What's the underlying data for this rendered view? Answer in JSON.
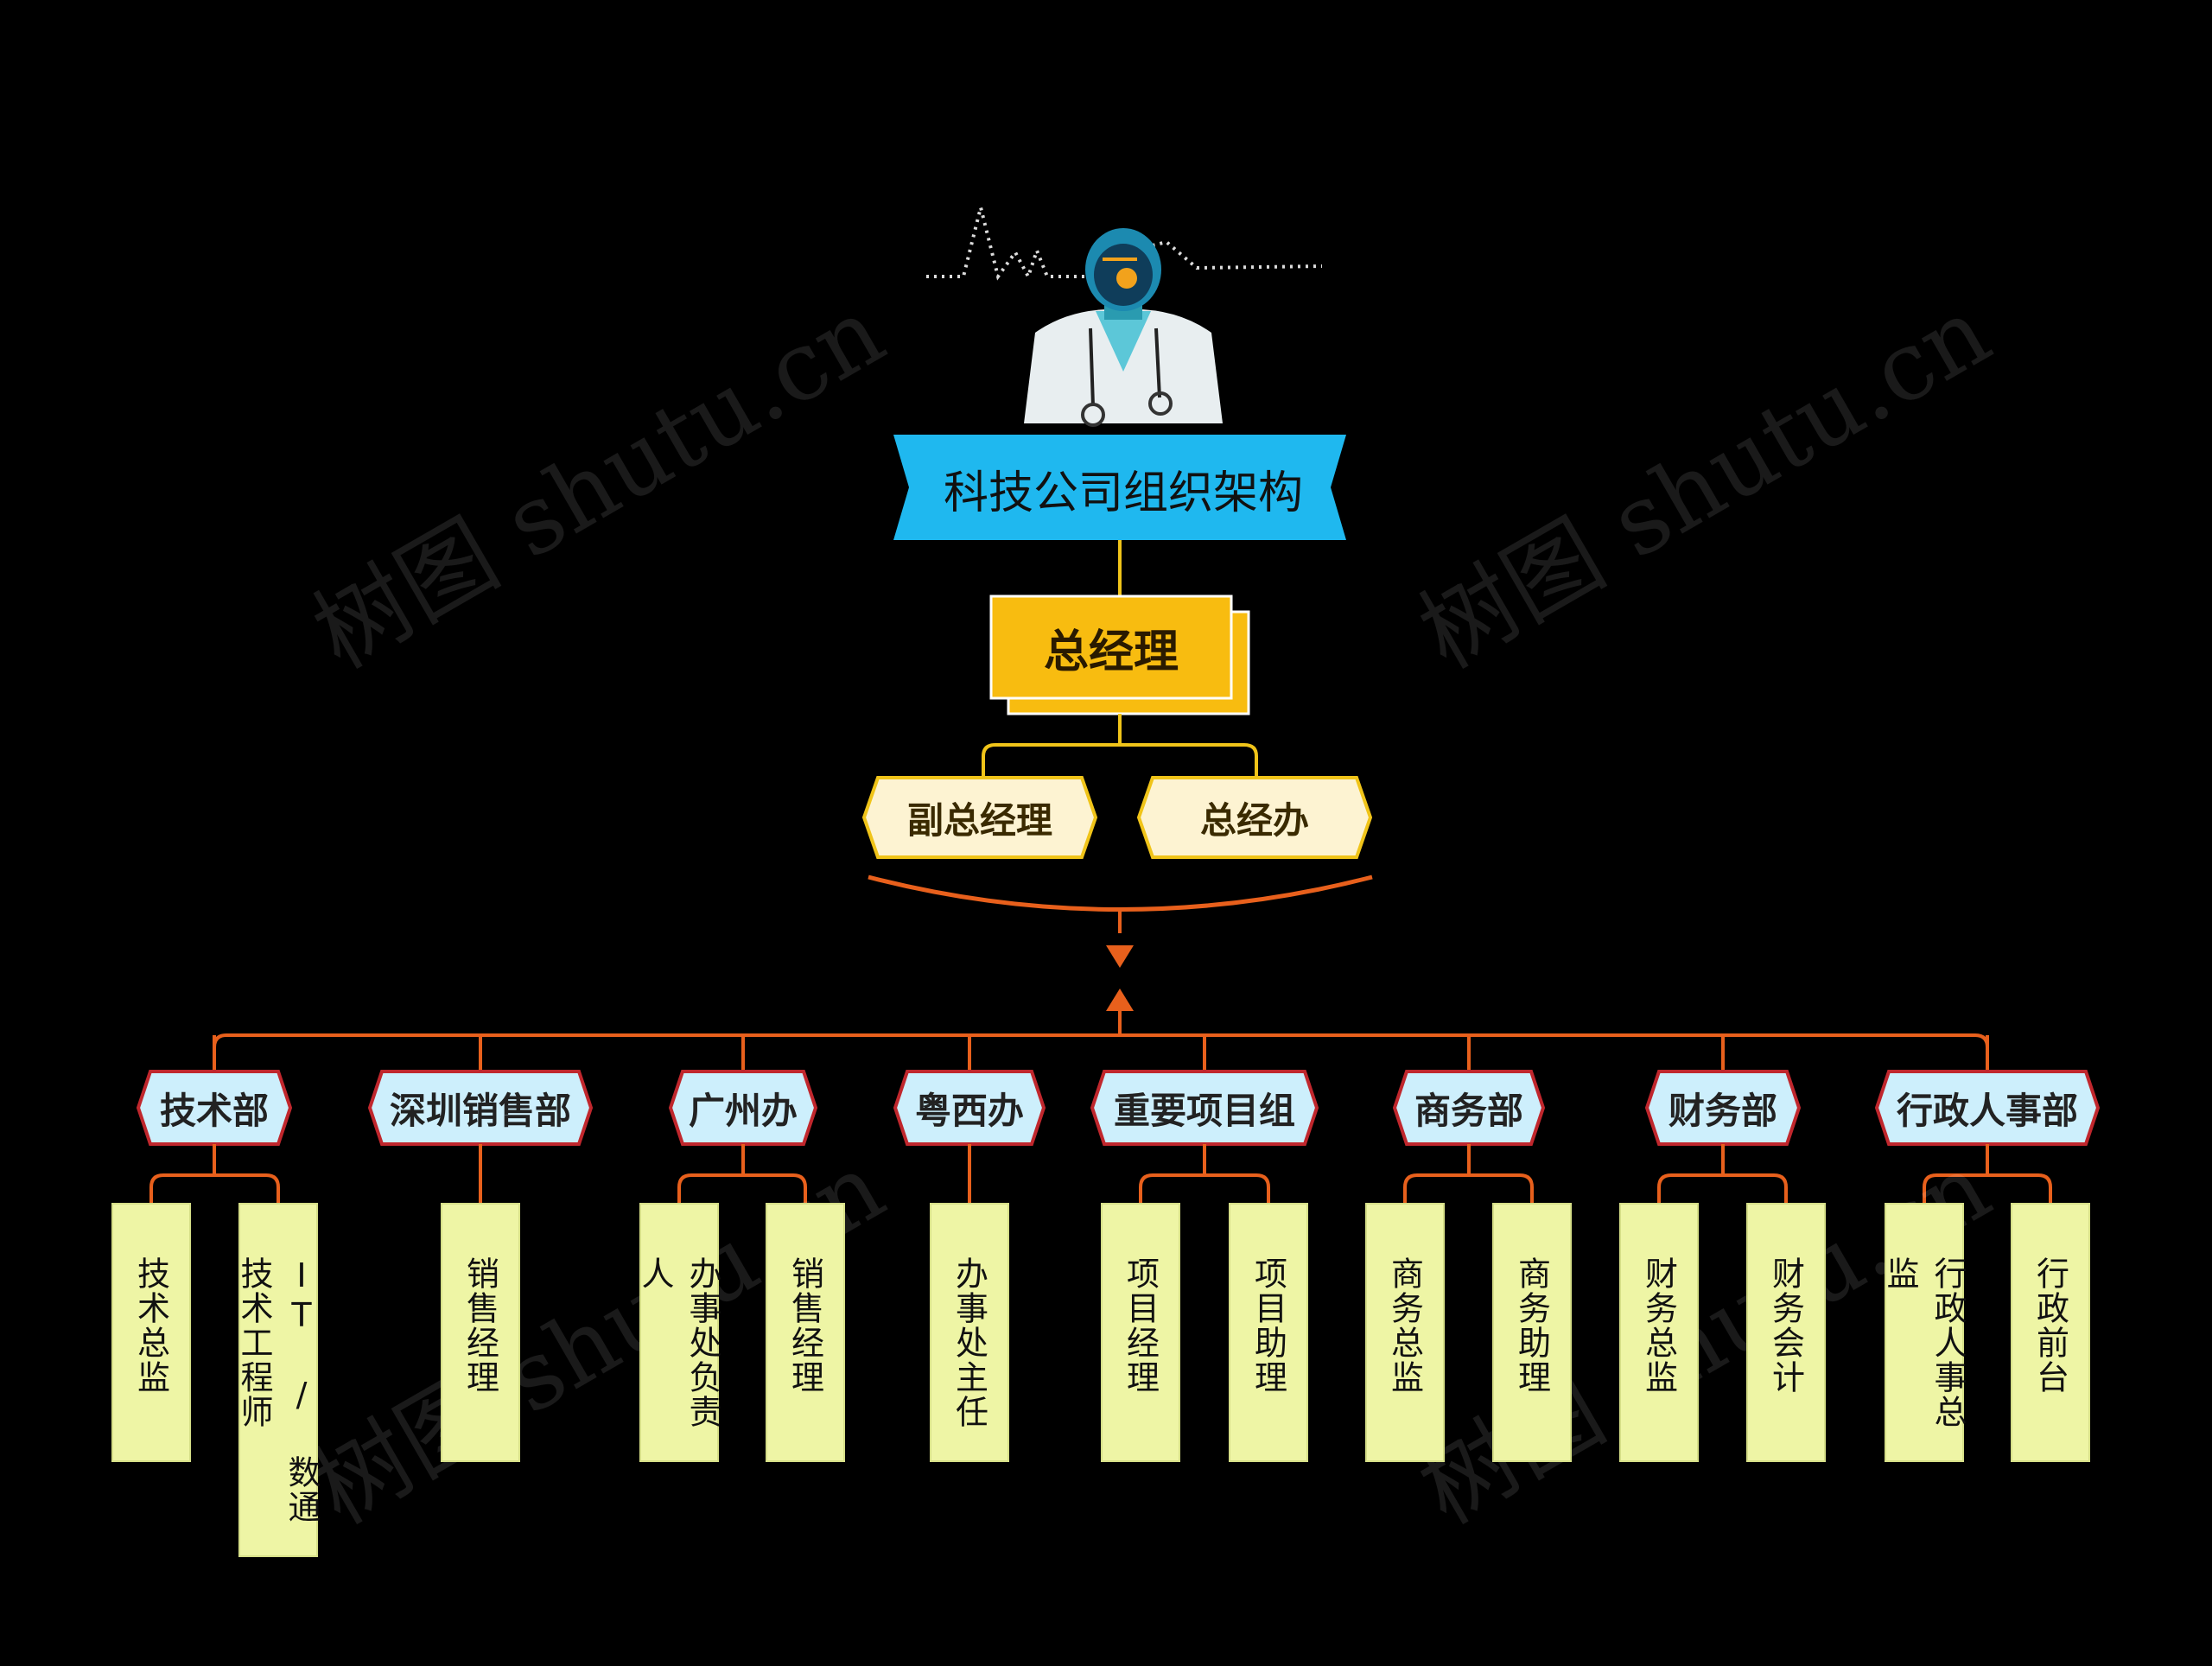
{
  "watermark": "树图 shutu.cn",
  "colors": {
    "background": "#000000",
    "title_ribbon": "#1fb8ef",
    "general_manager": "#f8bc10",
    "sub_fill": "#fdf3d2",
    "sub_border": "#f0c419",
    "dept_fill": "#cdeffc",
    "dept_border": "#c0272d",
    "role_fill": "#eef5a5",
    "connector_orange": "#e8601c",
    "connector_gold": "#f0c419"
  },
  "title": "科技公司组织架构",
  "general_manager": "总经理",
  "sub_units": [
    "副总经理",
    "总经办"
  ],
  "departments": [
    {
      "name": "技术部",
      "roles": [
        "技术总监",
        "IT / 数通技术工程师"
      ]
    },
    {
      "name": "深圳销售部",
      "roles": [
        "销售经理"
      ]
    },
    {
      "name": "广州办",
      "roles": [
        "办事处负责人",
        "销售经理"
      ]
    },
    {
      "name": "粤西办",
      "roles": [
        "办事处主任"
      ]
    },
    {
      "name": "重要项目组",
      "roles": [
        "项目经理",
        "项目助理"
      ]
    },
    {
      "name": "商务部",
      "roles": [
        "商务总监",
        "商务助理"
      ]
    },
    {
      "name": "财务部",
      "roles": [
        "财务总监",
        "财务会计"
      ]
    },
    {
      "name": "行政人事部",
      "roles": [
        "行政人事总监",
        "行政前台"
      ]
    }
  ]
}
